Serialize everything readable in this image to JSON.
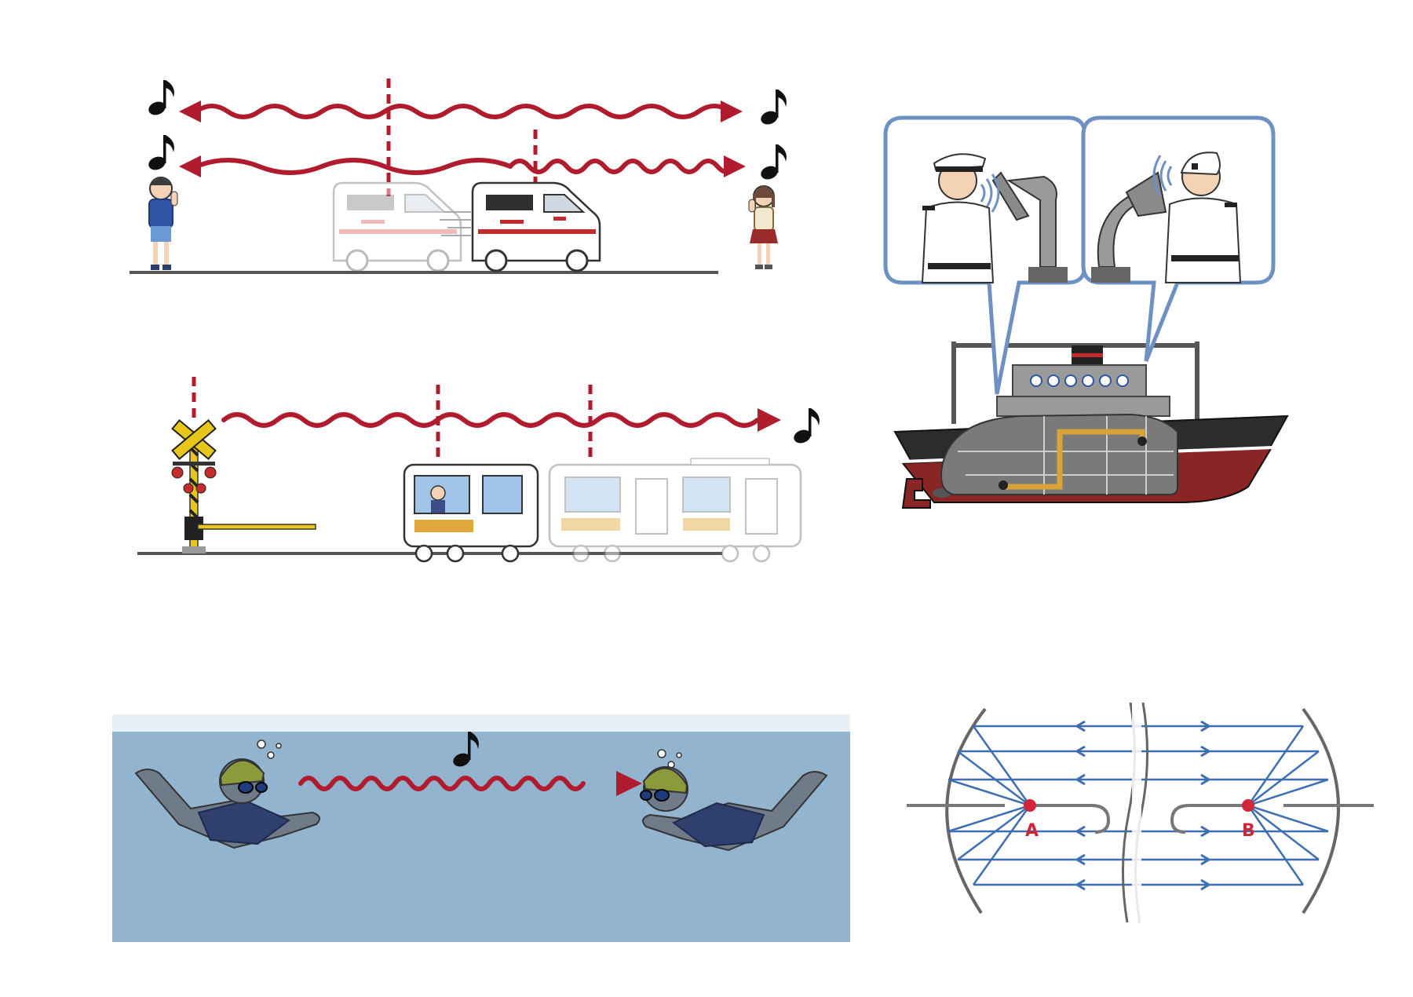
{
  "scenes": {
    "doppler": {
      "name": "ambulance-doppler-scene"
    },
    "crossing": {
      "name": "railroad-crossing-scene"
    },
    "ship": {
      "name": "ship-speaking-tube-scene"
    },
    "swim": {
      "name": "underwater-sound-scene"
    },
    "mirror": {
      "name": "parabolic-reflector-scene"
    }
  },
  "labels": {
    "point_a": "A",
    "point_b": "B"
  },
  "colors": {
    "wave": "#b01c2e",
    "water_surface": "#e6f0f6",
    "water": "#93b4cf",
    "bubble_frame": "#6f90c2",
    "ray": "#3f6eb0",
    "focus_point": "#d0263a",
    "pipe": "#d8a43a",
    "hull_red": "#8a2525",
    "hull_black": "#2c2c2c"
  },
  "icons": [
    "music-note-icon",
    "ambulance-icon",
    "train-icon",
    "crossing-signal-icon",
    "ship-icon",
    "swimmer-icon",
    "sailor-icon"
  ]
}
